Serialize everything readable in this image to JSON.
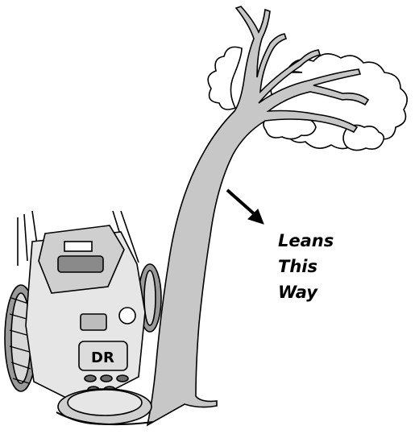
{
  "annotation": {
    "lines": [
      "Leans",
      "This",
      "Way"
    ]
  },
  "brand_badge": "DR",
  "colors": {
    "trunk_fill": "#c7c7c7",
    "outline": "#000000",
    "background": "#ffffff"
  }
}
